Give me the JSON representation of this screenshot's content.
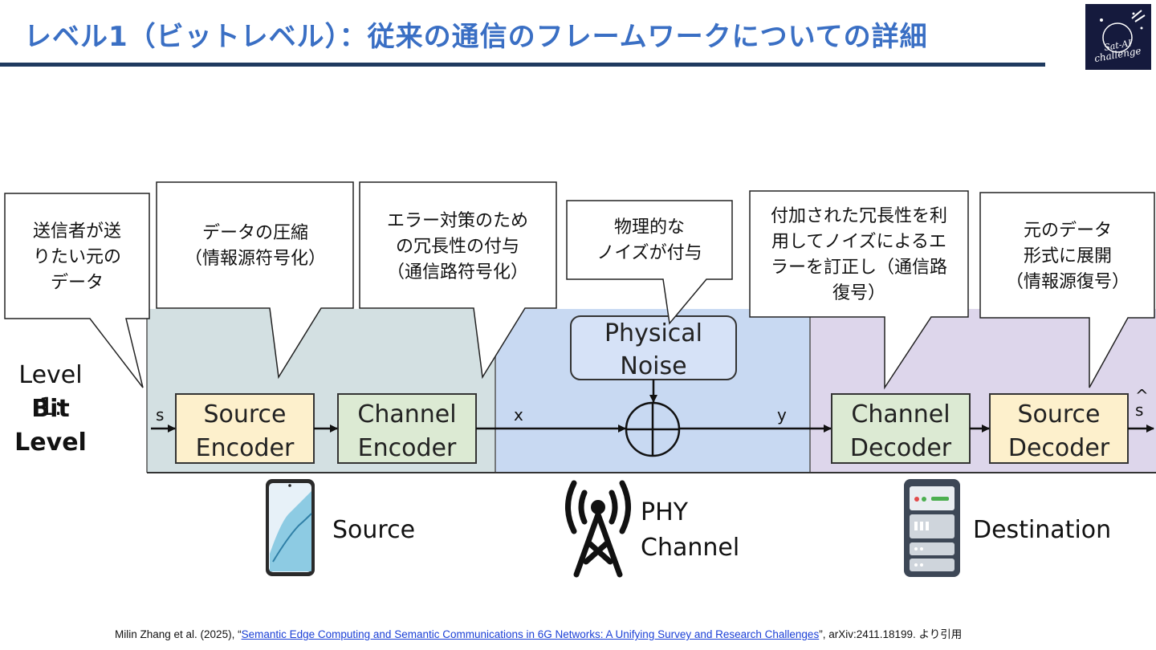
{
  "header": {
    "title": "レベル1（ビットレベル）：従来の通信のフレームワークについての詳細",
    "logo_line1": "Sat-AI",
    "logo_line2": "challenge"
  },
  "level_label": {
    "line1": "Level 1:",
    "line2": "Bit",
    "line3": "Level"
  },
  "blocks": {
    "source_encoder": [
      "Source",
      "Encoder"
    ],
    "channel_encoder": [
      "Channel",
      "Encoder"
    ],
    "physical_noise": [
      "Physical",
      "Noise"
    ],
    "channel_decoder": [
      "Channel",
      "Decoder"
    ],
    "source_decoder": [
      "Source",
      "Decoder"
    ]
  },
  "signals": {
    "s": "s",
    "x": "x",
    "y": "y",
    "s_hat": "ŝ",
    "hat_mark": "^"
  },
  "callouts": [
    {
      "lines": [
        "送信者が送",
        "りたい元の",
        "データ"
      ]
    },
    {
      "lines": [
        "データの圧縮",
        "（情報源符号化）"
      ]
    },
    {
      "lines": [
        "エラー対策のため",
        "の冗長性の付与",
        "（通信路符号化）"
      ]
    },
    {
      "lines": [
        "物理的な",
        "ノイズが付与"
      ]
    },
    {
      "lines": [
        "付加された冗長性を利",
        "用してノイズによるエ",
        "ラーを訂正し（通信路",
        "復号）"
      ]
    },
    {
      "lines": [
        "元のデータ",
        "形式に展開",
        "（情報源復号）"
      ]
    }
  ],
  "captions": {
    "source": "Source",
    "phy_line1": "PHY",
    "phy_line2": "Channel",
    "destination": "Destination"
  },
  "citation": {
    "prefix": "Milin Zhang et al. (2025), “",
    "link_text": "Semantic Edge Computing and Semantic Communications in 6G Networks: A Unifying Survey and Research Challenges",
    "suffix": "”, arXiv:2411.18199. より引用"
  },
  "colors": {
    "title": "#3a6fc4",
    "rule": "#1f3a5f",
    "source_region": "#d3e0e2",
    "channel_region": "#c8d9f2",
    "dest_region": "#ddd6eb",
    "encoder_fill": "#fdf0cc",
    "channel_coder_fill": "#dcead3",
    "noise_fill": "#d6e2f7"
  },
  "icons": [
    "smartphone-icon",
    "antenna-tower-icon",
    "server-icon"
  ]
}
